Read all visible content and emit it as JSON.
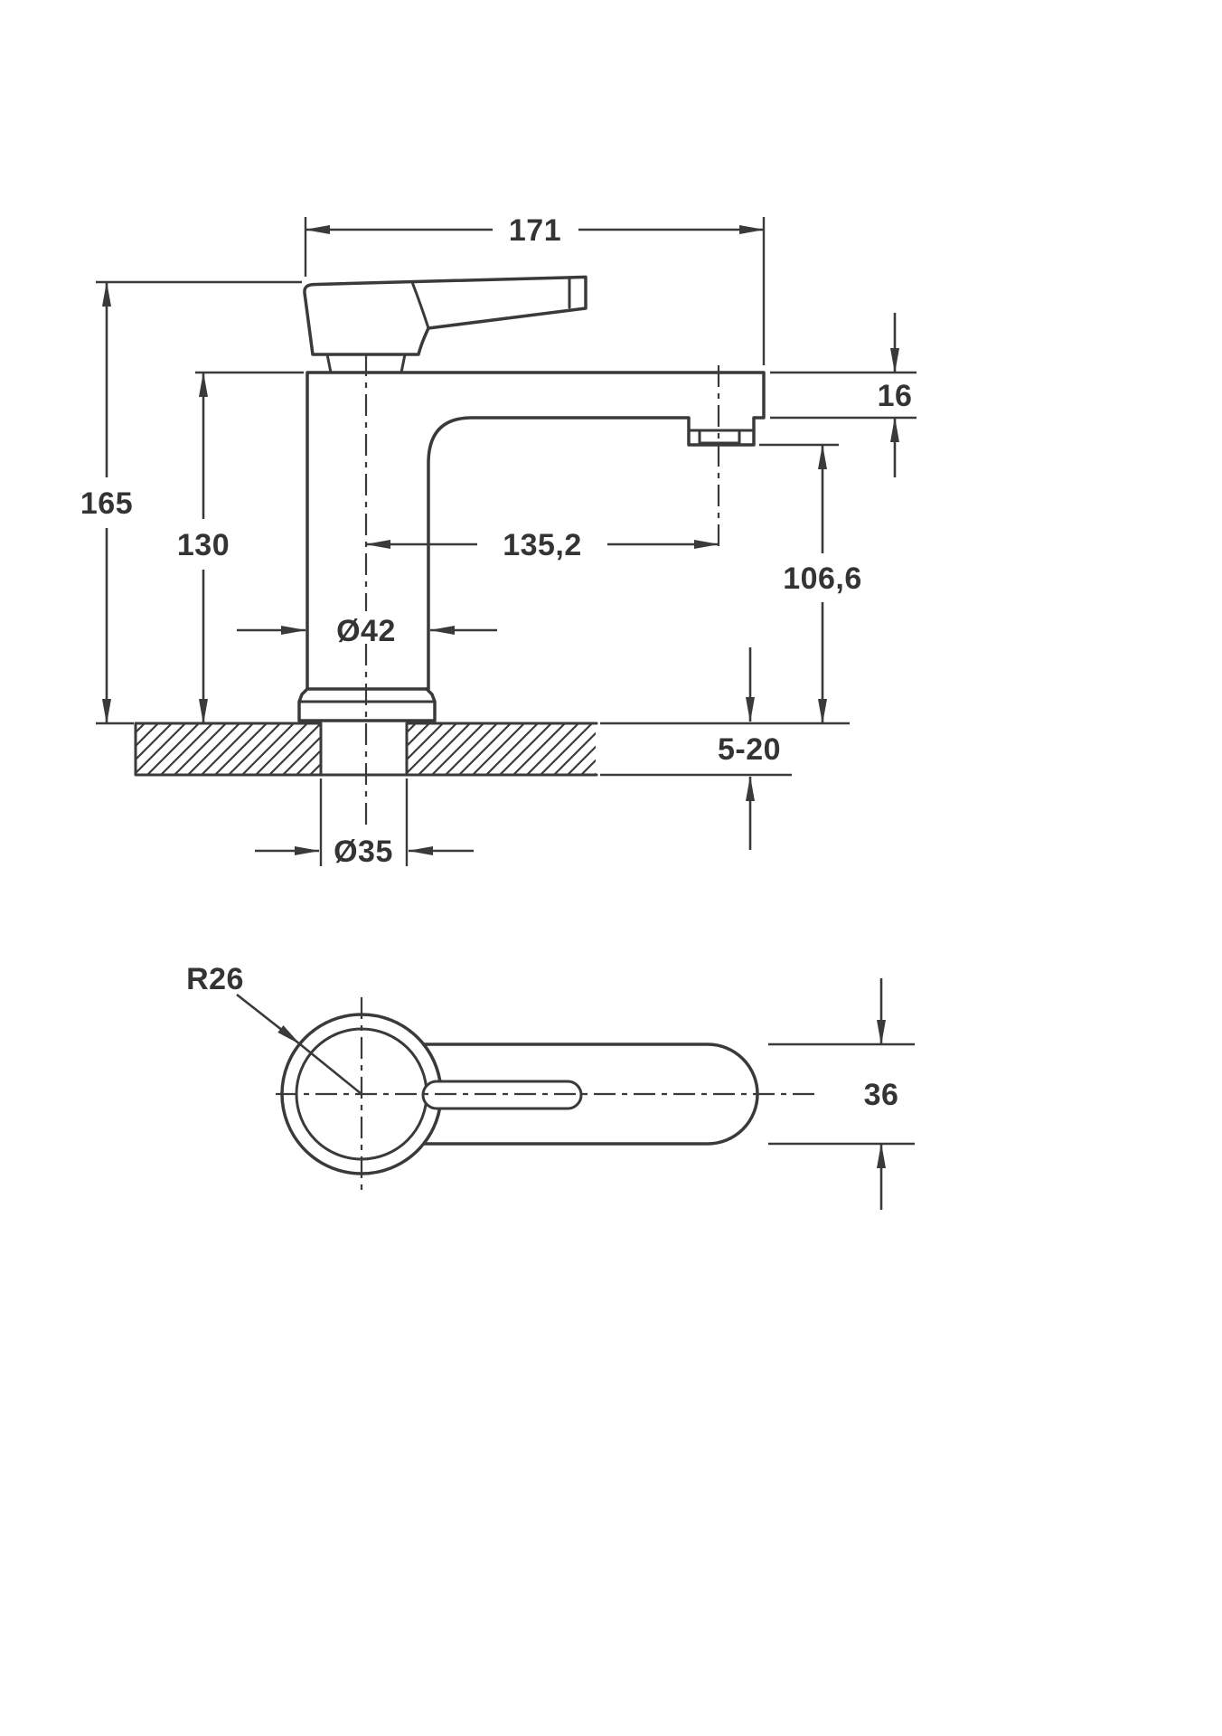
{
  "style": {
    "colors": {
      "line": "#3a3a3a",
      "text": "#343434",
      "bg": "#ffffff"
    }
  },
  "side_view": {
    "dimensions": {
      "overall_width": "171",
      "overall_height": "165",
      "height_to_spout": "130",
      "spout_thickness": "16",
      "spout_reach": "135,2",
      "outlet_height": "106,6",
      "body_diameter": "Ø42",
      "deck_thickness_range": "5-20",
      "hole_diameter": "Ø35"
    }
  },
  "top_view": {
    "dimensions": {
      "handle_radius": "R26",
      "handle_width": "36"
    }
  }
}
